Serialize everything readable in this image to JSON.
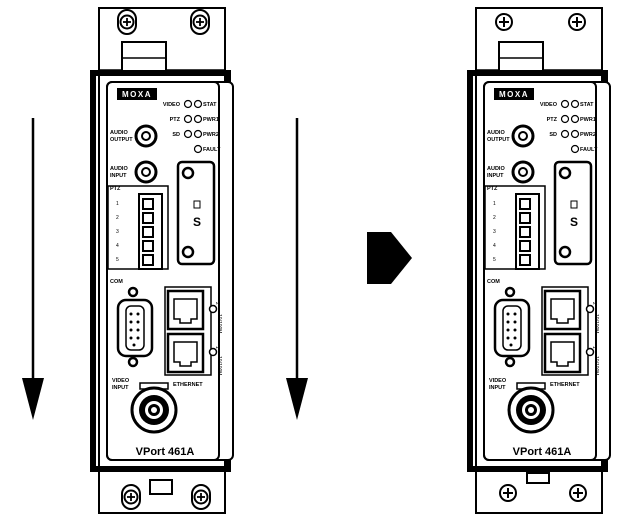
{
  "device": {
    "brand": "MOXA",
    "model": "VPort 461A",
    "leds_left": [
      "VIDEO",
      "PTZ",
      "SD"
    ],
    "leds_right": [
      "STAT",
      "PWR1",
      "PWR2",
      "FAULT"
    ],
    "audio_output": [
      "AUDIO",
      "OUTPUT"
    ],
    "audio_input": [
      "AUDIO",
      "INPUT"
    ],
    "ptz_label": "PTZ",
    "ptz_pins": [
      "1",
      "2",
      "3",
      "4",
      "5"
    ],
    "com_label": "COM",
    "video_input": [
      "VIDEO",
      "INPUT"
    ],
    "ethernet_label": "ETHERNET",
    "port_labels": [
      "2",
      "1"
    ],
    "link_label": "10/100M"
  }
}
